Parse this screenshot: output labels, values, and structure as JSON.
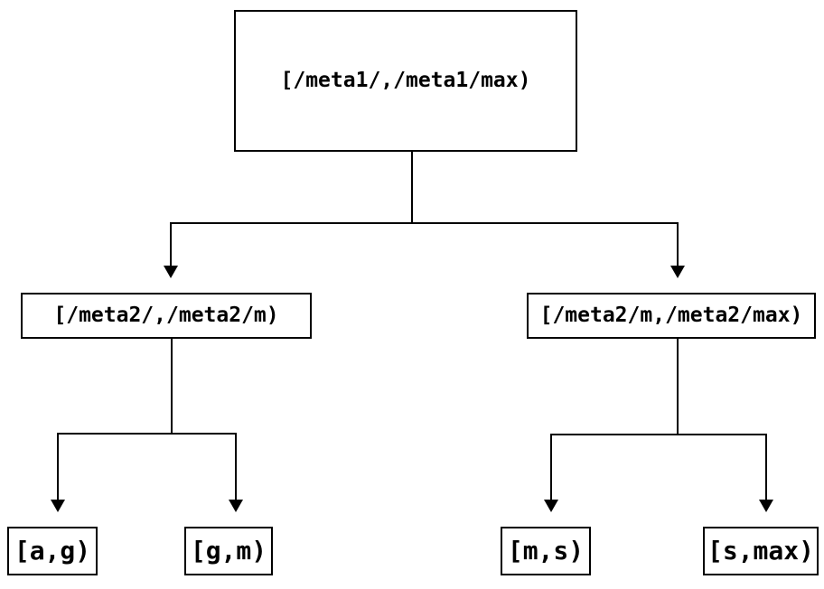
{
  "colors": {
    "background": "#ffffff",
    "line": "#000000",
    "text": "#000000",
    "box_border": "#000000"
  },
  "tree": {
    "root": {
      "label": "[/meta1/,/meta1/max)"
    },
    "level2": [
      {
        "label": "[/meta2/,/meta2/m)"
      },
      {
        "label": "[/meta2/m,/meta2/max)"
      }
    ],
    "leaves": [
      {
        "label": "[a,g)"
      },
      {
        "label": "[g,m)"
      },
      {
        "label": "[m,s)"
      },
      {
        "label": "[s,max)"
      }
    ]
  }
}
